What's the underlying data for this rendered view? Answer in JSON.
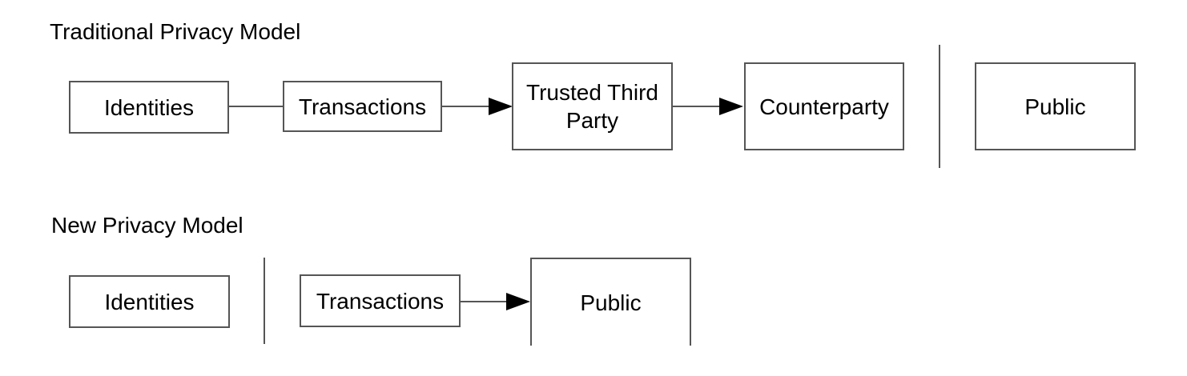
{
  "colors": {
    "background": "#ffffff",
    "text": "#000000",
    "stroke": "#555555",
    "arrow": "#000000"
  },
  "traditional_model": {
    "title": "Traditional Privacy Model",
    "identities_label": "Identities",
    "transactions_label": "Transactions",
    "trusted_third_party_label": "Trusted Third Party",
    "counterparty_label": "Counterparty",
    "public_label": "Public"
  },
  "new_model": {
    "title": "New Privacy Model",
    "identities_label": "Identities",
    "transactions_label": "Transactions",
    "public_label": "Public"
  }
}
